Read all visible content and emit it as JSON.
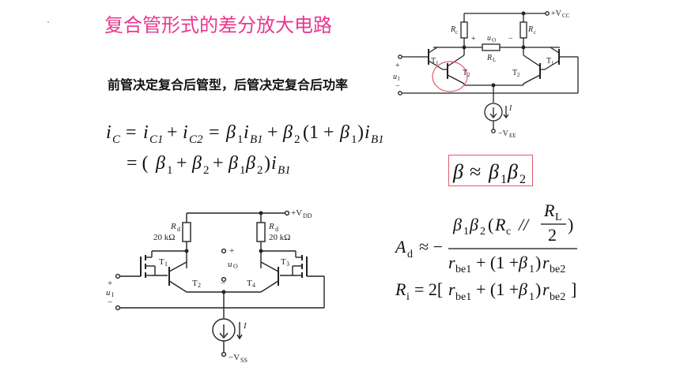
{
  "title": "复合管形式的差分放大电路",
  "subtitle": "前管决定复合后管型，后管决定复合后功率",
  "formulas": {
    "ic_line1": {
      "i": "i",
      "C": "C",
      "eq": "=",
      "iC1": "i",
      "C1": "C1",
      "plus": "+",
      "iC2": "i",
      "C2": "C2",
      "eq2": "=",
      "b1": "β",
      "s1": "1",
      "iB1": "i",
      "B1": "B1",
      "plus2": "+",
      "b2": "β",
      "s2": "2",
      "lp": "(1 +",
      "b1b": "β",
      "s1b": "1",
      "rp": ")",
      "iB1b": "i",
      "B1b": "B1"
    },
    "ic_line2": {
      "eq": "= (",
      "b1": "β",
      "s1": "1",
      "plus": "+",
      "b2": "β",
      "s2": "2",
      "plus2": "+",
      "b1c": "β",
      "s1c": "1",
      "b2c": "β",
      "s2c": "2",
      "rp": ")",
      "i": "i",
      "B1": "B1"
    },
    "beta": {
      "b": "β",
      "approx": "≈",
      "b1": "β",
      "s1": "1",
      "b2": "β",
      "s2": "2"
    },
    "ad": {
      "A": "A",
      "d": "d",
      "approx": "≈ −",
      "num_b1": "β",
      "num_s1": "1",
      "num_b2": "β",
      "num_s2": "2",
      "num_lp": "(",
      "num_R": "R",
      "num_c": "c",
      "num_par": "//",
      "num_RL": "R",
      "num_L": "L",
      "num_2": "2",
      "num_rp": ")",
      "den_r1": "r",
      "den_be1": "be1",
      "den_plus": "+ (1 +",
      "den_b": "β",
      "den_s": "1",
      "den_rp": ")",
      "den_r2": "r",
      "den_be2": "be2"
    },
    "ri": {
      "R": "R",
      "i": "i",
      "eq": "= 2[",
      "r1": "r",
      "be1": "be1",
      "plus": "+ (1 +",
      "b": "β",
      "s": "1",
      "rp": ")",
      "r2": "r",
      "be2": "be2",
      "rb": "]"
    }
  },
  "circuit_top": {
    "vcc": "+V",
    "vcc_sub": "CC",
    "rc_left": "R",
    "rc_left_sub": "c",
    "rc_right": "R",
    "rc_right_sub": "c",
    "plus": "+",
    "minus": "−",
    "uo": "u",
    "uo_sub": "O",
    "rl": "R",
    "rl_sub": "L",
    "t1_left": "T",
    "t1_left_sub": "1",
    "t2_left": "T",
    "t2_left_sub": "2",
    "t2_right": "T",
    "t2_right_sub": "2",
    "t1_right": "T",
    "t1_right_sub": "1",
    "in_plus": "+",
    "ui": "u",
    "ui_sub": "I",
    "in_minus": "−",
    "current": "I",
    "vee": "−V",
    "vee_sub": "EE"
  },
  "circuit_bottom": {
    "vdd": "+V",
    "vdd_sub": "DD",
    "rd_left": "R",
    "rd_left_sub": "d",
    "rd_left_val": "20 kΩ",
    "rd_right": "R",
    "rd_right_sub": "d",
    "rd_right_val": "20 kΩ",
    "out_plus": "+",
    "uo": "u",
    "uo_sub": "O",
    "out_minus": "−",
    "t1": "T",
    "t1_sub": "1",
    "t2": "T",
    "t2_sub": "2",
    "t3": "T",
    "t3_sub": "3",
    "t4": "T",
    "t4_sub": "4",
    "in_plus": "+",
    "ui": "u",
    "ui_sub": "I",
    "in_minus": "−",
    "current": "I",
    "vss": "−V",
    "vss_sub": "SS"
  },
  "colors": {
    "title": "#e8388f",
    "highlight": "#e3596e"
  }
}
